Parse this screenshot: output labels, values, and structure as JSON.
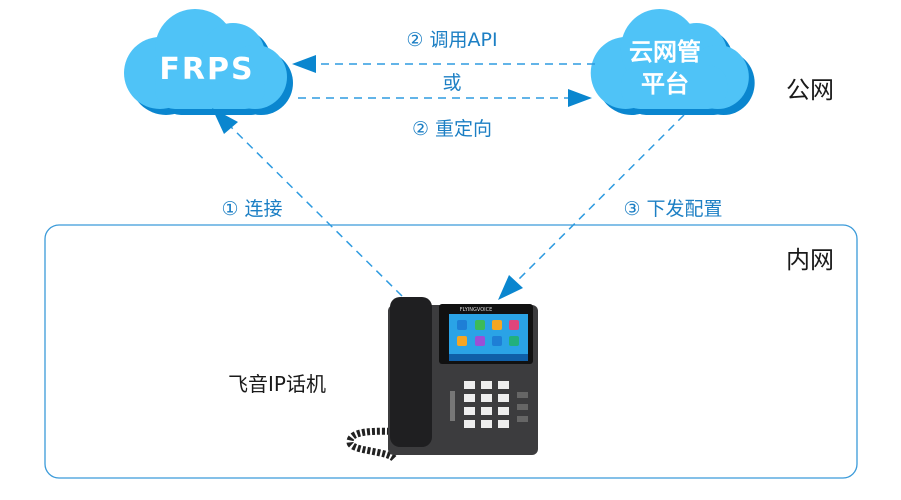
{
  "nodes": {
    "frps": "FRPS",
    "cloud_platform_line1": "云网管",
    "cloud_platform_line2": "平台",
    "phone": "飞音IP话机",
    "phone_logo": "FLYINGVOICE"
  },
  "zones": {
    "public": "公网",
    "private": "内网"
  },
  "edges": {
    "call_api": "② 调用API",
    "or": "或",
    "redirect": "② 重定向",
    "connect": "① 连接",
    "deliver_config": "③ 下发配置"
  },
  "colors": {
    "cloud": "#4fc3f7",
    "cloud_shadow": "#0a86cf",
    "line": "#2f9be0",
    "label": "#1c7fc4",
    "zone_border": "#3a9ad9"
  }
}
